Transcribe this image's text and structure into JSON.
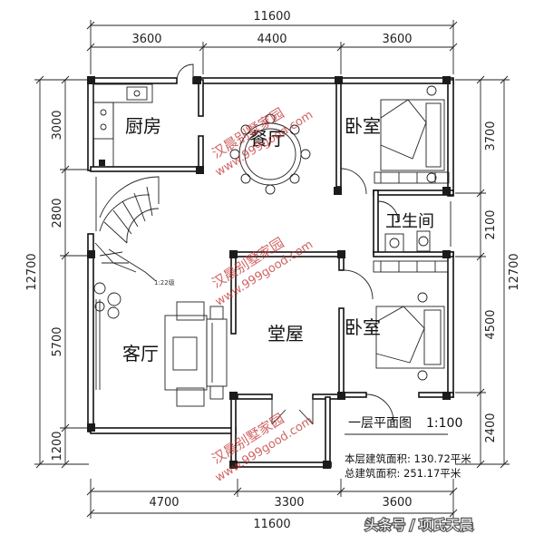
{
  "dimensions": {
    "top_total": "11600",
    "top_segments": [
      "3600",
      "4400",
      "3600"
    ],
    "bottom_total": "11600",
    "bottom_segments": [
      "4700",
      "3300",
      "3600"
    ],
    "left_total": "12700",
    "left_segments": [
      "3000",
      "2800",
      "5700",
      "1200"
    ],
    "right_total": "12700",
    "right_segments": [
      "3700",
      "2100",
      "4500",
      "2400"
    ]
  },
  "rooms": {
    "kitchen": "厨房",
    "dining": "餐厅",
    "bedroom_top": "卧室",
    "bathroom": "卫生间",
    "living": "客厅",
    "hall": "堂屋",
    "bedroom_bottom": "卧室"
  },
  "stair_label": "1:22级",
  "watermark": {
    "brand": "汉晨别墅家园",
    "url": "www.999good.com"
  },
  "plan_title": "一层平面图",
  "scale": "1:100",
  "area_info": {
    "floor_area": "本层建筑面积: 130.72平米",
    "total_area": "总建筑面积: 251.17平米"
  },
  "credit": "头条号 / 项氏天晨",
  "colors": {
    "lines": "#111111",
    "watermark": "#c03030",
    "background": "#ffffff"
  }
}
